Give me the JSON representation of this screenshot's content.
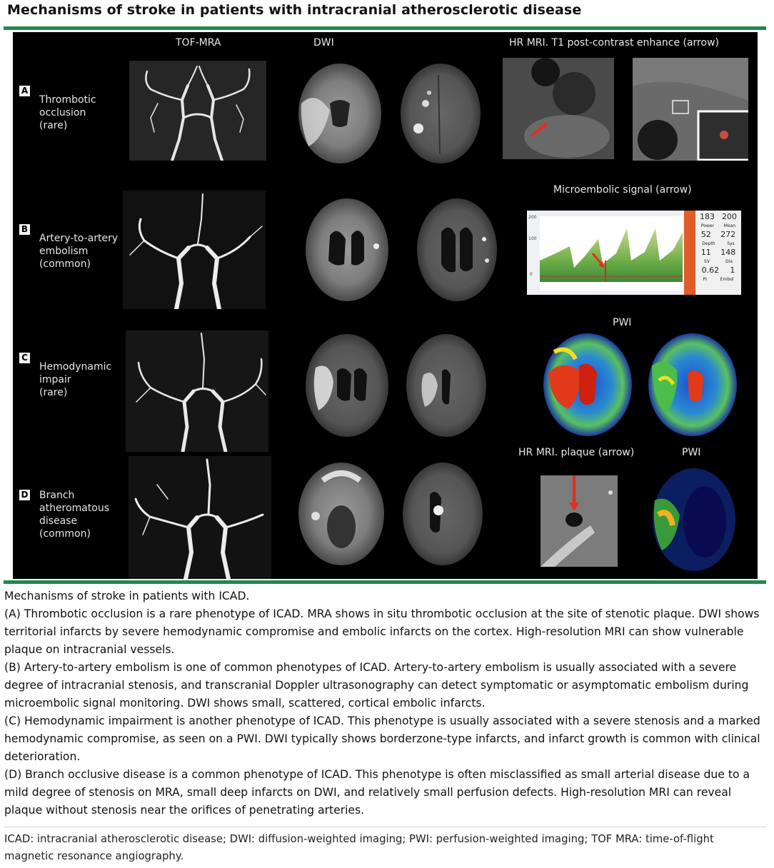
{
  "title": "Mechanisms of stroke in patients with intracranial atherosclerotic disease",
  "figure": {
    "column_headers": {
      "tof_mra": "TOF-MRA",
      "dwi": "DWI",
      "hr_mri": "HR MRI. T1 post-contrast enhance (arrow)"
    },
    "row_b_header": "Microembolic signal (arrow)",
    "row_c_header": "PWI",
    "row_d_headers": {
      "hr_mri": "HR MRI. plaque (arrow)",
      "pwi": "PWI"
    },
    "rows": [
      {
        "letter": "A",
        "lines": [
          "Thrombotic",
          "occlusion",
          "(rare)"
        ]
      },
      {
        "letter": "B",
        "lines": [
          "Artery-to-artery",
          "embolism",
          "(common)"
        ]
      },
      {
        "letter": "C",
        "lines": [
          "Hemodynamic",
          "impair",
          "(rare)"
        ]
      },
      {
        "letter": "D",
        "lines": [
          "Branch",
          "atheromatous",
          "disease",
          "(common)"
        ]
      }
    ],
    "doppler_readout": {
      "rows": [
        [
          "183",
          "200"
        ],
        [
          "Power",
          "Mean"
        ],
        [
          "52",
          "272"
        ],
        [
          "Depth",
          "Sys"
        ],
        [
          "11",
          "148"
        ],
        [
          "SV",
          "Dia"
        ],
        [
          "0.62",
          "1"
        ],
        [
          "PI",
          "Embol"
        ]
      ],
      "tick_labels": [
        "200",
        "100",
        "0"
      ]
    }
  },
  "caption": {
    "intro": "Mechanisms of stroke in patients with ICAD.",
    "a": "(A) Thrombotic occlusion is a rare phenotype of ICAD. MRA shows in situ thrombotic occlusion at the site of stenotic plaque. DWI shows territorial infarcts by severe hemodynamic compromise and embolic infarcts on the cortex. High-resolution MRI can show vulnerable plaque on intracranial vessels.",
    "b": "(B) Artery-to-artery embolism is one of common phenotypes of ICAD. Artery-to-artery embolism is usually associated with a severe degree of intracranial stenosis, and transcranial Doppler ultrasonography can detect symptomatic or asymptomatic embolism during microembolic signal monitoring. DWI shows small, scattered, cortical embolic infarcts.",
    "c": "(C) Hemodynamic impairment is another phenotype of ICAD. This phenotype is usually associated with a severe stenosis and a marked hemodynamic compromise, as seen on a PWI. DWI typically shows borderzone-type infarcts, and infarct growth is common with clinical deterioration.",
    "d": "(D) Branch occlusive disease is a common phenotype of ICAD. This phenotype is often misclassified as small arterial disease due to a mild degree of stenosis on MRA, small deep infarcts on DWI, and relatively small perfusion defects. High-resolution MRI can reveal plaque without stenosis near the orifices of penetrating arteries."
  },
  "footnote": "ICAD: intracranial atherosclerotic disease; DWI: diffusion-weighted imaging; PWI: perfusion-weighted imaging; TOF MRA: time-of-flight magnetic resonance angiography.",
  "colors": {
    "accent_rule": "#1f8a4c",
    "arrow": "#e03020"
  }
}
